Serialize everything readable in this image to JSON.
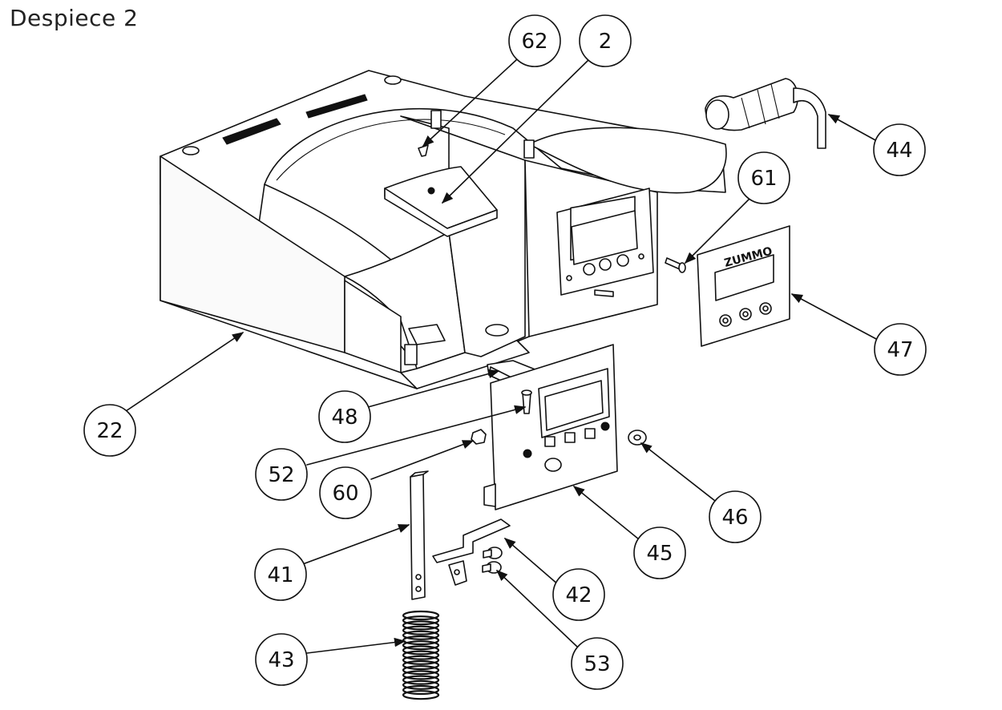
{
  "title": "Despiece 2",
  "panel_logo_text": "ZUMMO",
  "callouts": [
    {
      "id": "c62",
      "label": "62"
    },
    {
      "id": "c2",
      "label": "2"
    },
    {
      "id": "c44",
      "label": "44"
    },
    {
      "id": "c61",
      "label": "61"
    },
    {
      "id": "c47",
      "label": "47"
    },
    {
      "id": "c22",
      "label": "22"
    },
    {
      "id": "c48",
      "label": "48"
    },
    {
      "id": "c52",
      "label": "52"
    },
    {
      "id": "c60",
      "label": "60"
    },
    {
      "id": "c46",
      "label": "46"
    },
    {
      "id": "c41",
      "label": "41"
    },
    {
      "id": "c45",
      "label": "45"
    },
    {
      "id": "c42",
      "label": "42"
    },
    {
      "id": "c53",
      "label": "53"
    },
    {
      "id": "c43",
      "label": "43"
    }
  ]
}
